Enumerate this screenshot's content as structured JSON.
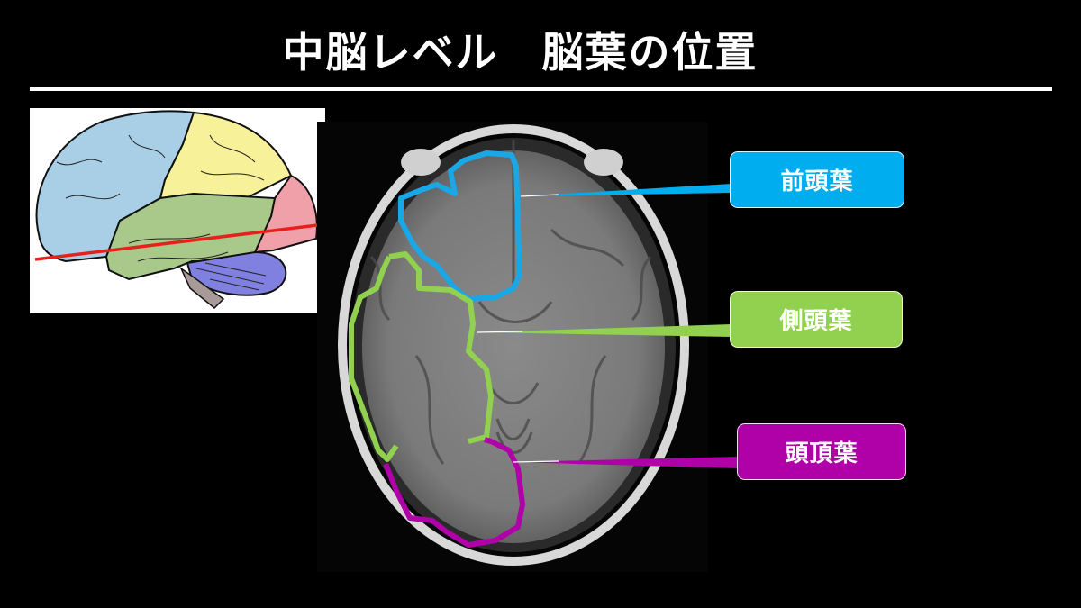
{
  "slide": {
    "title": "中脳レベル　脳葉の位置",
    "background": "#000000"
  },
  "diagram": {
    "description": "lateral brain illustration with red cutting plane",
    "regions": [
      {
        "name": "frontal",
        "color": "#a9cfe6"
      },
      {
        "name": "parietal",
        "color": "#f7f19a"
      },
      {
        "name": "temporal",
        "color": "#a8c98a"
      },
      {
        "name": "occipital",
        "color": "#f0a0a8"
      },
      {
        "name": "cerebellum",
        "color": "#8080e0"
      },
      {
        "name": "brainstem",
        "color": "#a89a98"
      }
    ],
    "cut_line_color": "#e8201c"
  },
  "mri": {
    "description": "axial T1 MRI slice at midbrain level"
  },
  "callouts": [
    {
      "label": "前頭葉",
      "color": "#00aeef",
      "target": "frontal-outline"
    },
    {
      "label": "側頭葉",
      "color": "#92d050",
      "target": "temporal-outline"
    },
    {
      "label": "頭頂葉",
      "color": "#b000a8",
      "target": "parietal-outline"
    }
  ]
}
